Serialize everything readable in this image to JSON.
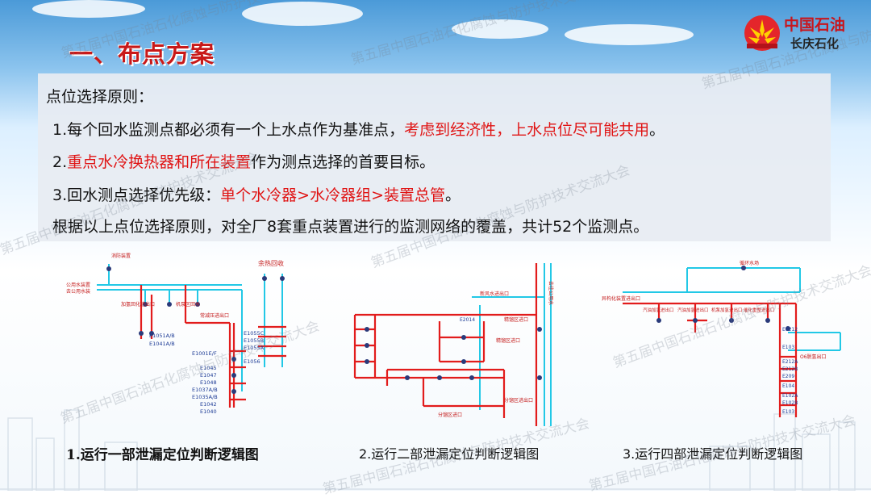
{
  "header": {
    "title": "一、布点方案",
    "logo": {
      "name": "中国石油",
      "sub": "长庆石化",
      "icon": "petrochina-logo-icon"
    }
  },
  "principles": {
    "heading": "点位选择原则：",
    "items": [
      {
        "prefix": "1.",
        "black": "每个回水监测点都必须有一个上水点作为基准点，",
        "red": "考虑到经济性，上水点位尽可能共用",
        "tail": "。"
      },
      {
        "prefix": "2.",
        "red": "重点水冷换热器和所在装置",
        "black": "作为测点选择的首要目标。"
      },
      {
        "prefix": "3.",
        "black": "回水测点选择优先级：",
        "red": "单个水冷器>水冷器组>装置总管",
        "tail": "。"
      }
    ],
    "summary": "根据以上点位选择原则，对全厂8套重点装置进行的监测网络的覆盖，共计52个监测点。"
  },
  "watermark": "第五届中国石油石化腐蚀与防护技术交流大会",
  "diagrams": [
    {
      "caption": "1.运行一部泄漏定位判断逻辑图",
      "labels": {
        "top": "消防装置",
        "supply": "公用水装置",
        "return": "去公用水装",
        "mid1": "加氢回化进出口",
        "mid2": "机泵区回水",
        "mid3": "常减压进出口",
        "heat": "余热回收",
        "equipment": [
          "E1051A/B",
          "E1041A/B",
          "E1001E/F",
          "E1045",
          "E1047",
          "E1048",
          "E1037A/B",
          "E1035A/B",
          "E1042",
          "E1040"
        ],
        "equipment_right": [
          "E1055C",
          "E1055B",
          "E1055A",
          "E1056"
        ]
      }
    },
    {
      "caption": "2.运行二部泄漏定位判断逻辑图",
      "labels": {
        "top": "去往公用水",
        "left": "新风水进出口",
        "mid1": "精馏区进口",
        "mid2": "精馏区进口",
        "bottom1": "分馏区进出口",
        "bottom2": "分馏区进口",
        "e1": "E2014"
      }
    },
    {
      "caption": "3.运行四部泄漏定位判断逻辑图",
      "labels": {
        "top": "循环水场",
        "left": "异构化装置进出口",
        "mid1": "汽油加氢进出口",
        "mid2": "汽油加氢进出口",
        "mid3": "机泵加氢进出口",
        "mid4": "催化重整进出口",
        "right": "O6脱氢出口",
        "equipment": [
          "E0212",
          "E103",
          "E212A",
          "E212B",
          "E209",
          "E104",
          "E102A",
          "E102B",
          "E103"
        ]
      }
    }
  ],
  "colors": {
    "red": "#e21c1c",
    "cyan": "#22c8e6",
    "title": "#c81919",
    "purple": "#6a3fa0",
    "navy": "#23365f"
  }
}
